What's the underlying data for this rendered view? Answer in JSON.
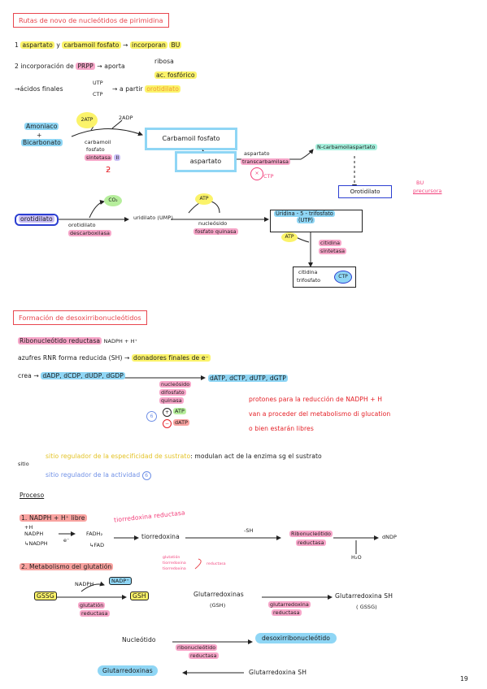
{
  "section1": {
    "title": "Rutas de novo de nucleótidos de pirimidina",
    "line1": {
      "n": "1",
      "a": "aspartato",
      "y": "y",
      "b": "carbamoil fosfato",
      "arrow": "→",
      "c": "incorporan",
      "d": "BU"
    },
    "line2": {
      "n": "2",
      "a": "incorporación de",
      "b": "PRPP",
      "arrow": "→",
      "c": "aporta",
      "d": "ribosa",
      "e": "ac. fosfórico"
    },
    "line3": {
      "a": "→ácidos finales",
      "b": "UTP",
      "c": "CTP",
      "arrow": "→",
      "d": "a partir",
      "e": "orotidilato"
    },
    "diagram": {
      "amoniaco": "Amoniaco",
      "plus1": "+",
      "bicarbonato": "Bicarbonato",
      "atp2": "2ATP",
      "adp2": "2ADP",
      "enzyme1a": "carbamoil",
      "enzyme1b": "fosfato",
      "enzyme1c": "sintetasa",
      "enzyme1d": "II",
      "carbamoil_box": "Carbamoil fosfato",
      "plus2": "+",
      "aspartato_box": "aspartato",
      "enzyme2a": "aspartato",
      "enzyme2b": "transcarbamilasa",
      "ctp": "CTP",
      "ncarbamoil": "N-carbamoilaspartato",
      "orotidilato_box": "Orotidilato",
      "bu": "BU",
      "precursora": "precursora",
      "orotidilato2": "orotidilato",
      "co2": "CO₂",
      "enzyme3a": "orotidilato",
      "enzyme3b": "descarboxilasa",
      "uridilato": "uridilato (UMP)",
      "atp3": "ATP",
      "enzyme4a": "nucleósido",
      "enzyme4b": "fosfato quinasa",
      "utp_line1": "Uridina - 5 - trifosfato",
      "utp_line2": "(UTP)",
      "atp4": "ATP",
      "enzyme5a": "citidina",
      "enzyme5b": "sintetasa",
      "ctp_line1": "citidina",
      "ctp_line2": "trifosfato",
      "ctp_badge": "CTP"
    }
  },
  "section2": {
    "title": "Formación de desoxirribonucleótidos",
    "l1a": "Ribonucleótido reductasa",
    "l1b": "NADPH + H⁺",
    "l2a": "azufres RNR forma reducida (SH)",
    "l2arrow": "→",
    "l2b": "donadores finales de e⁻",
    "l3a": "crea",
    "l3arrow": "→",
    "l3b": "dADP, dCDP, dUDP, dGDP",
    "l3c": "dATP, dCTP, dUTP, dGTP",
    "enz_a": "nucleósido",
    "enz_b": "difosfato",
    "enz_c": "quinasa",
    "plus_sym": "+",
    "minus_sym": "−",
    "atp": "ATP",
    "datp": "dATP",
    "red1": "protones para la reducción de NADPH + H",
    "red2": "van a proceder del metabolismo di glucation",
    "red3": "o bien estarán libres",
    "site_label": "sitio",
    "site1": "sitio regulador de la especificidad de sustrato",
    "site1b": ": modulan act de la enzima sg el sustrato",
    "site2": "sitio regulador de la actividad",
    "proceso": "Proceso",
    "p1": "1. NADPH + H⁺ libre",
    "tio_red": "tiorredoxina reductasa",
    "h_plus": "+H",
    "nadph": "NADPH",
    "nadph2": "↳NADPH",
    "eminus": "e⁻",
    "fadh2": "FADH₂",
    "fad": "↳FAD",
    "tiorredoxina": "tiorredoxina",
    "sh": "-SH",
    "rib_red_a": "Ribonucleótido",
    "rib_red_b": "reductasa",
    "dndp": "dNDP",
    "h2o": "H₂O",
    "p2": "2. Metabolismo del glutatión",
    "p2note1": "glutatión",
    "p2note2": "tiorredoxina",
    "p2note3": "tiorredoxina",
    "p2note4": "reductasa",
    "gssg": "GSSG",
    "nadph3": "NADPH",
    "nadp": "NADP⁺",
    "glut_red_a": "glutatión",
    "glut_red_b": "reductasa",
    "gsh": "GSH",
    "glutarred1": "Glutarredoxinas",
    "glutarred1b": "(GSH)",
    "glutarred_red_a": "glutarredoxina",
    "glutarred_red_b": "reductasa",
    "glutarred2": "Glutarredoxina SH",
    "glutarred2b": "( GSSG)",
    "nucleotido": "Nucleótido",
    "desoxi": "desoxirribonucleótido",
    "rib2a": "ribonucleótido",
    "rib2b": "reductasa",
    "glutarred3": "Glutarredoxinas",
    "glutarred4": "Glutarredoxina SH",
    "page": "19"
  },
  "colors": {
    "accent_red": "#e8474f",
    "yellow": "#fbf36a",
    "pink": "#f7a6c9",
    "blue": "#8fd6f5",
    "green": "#b6ee9c"
  }
}
